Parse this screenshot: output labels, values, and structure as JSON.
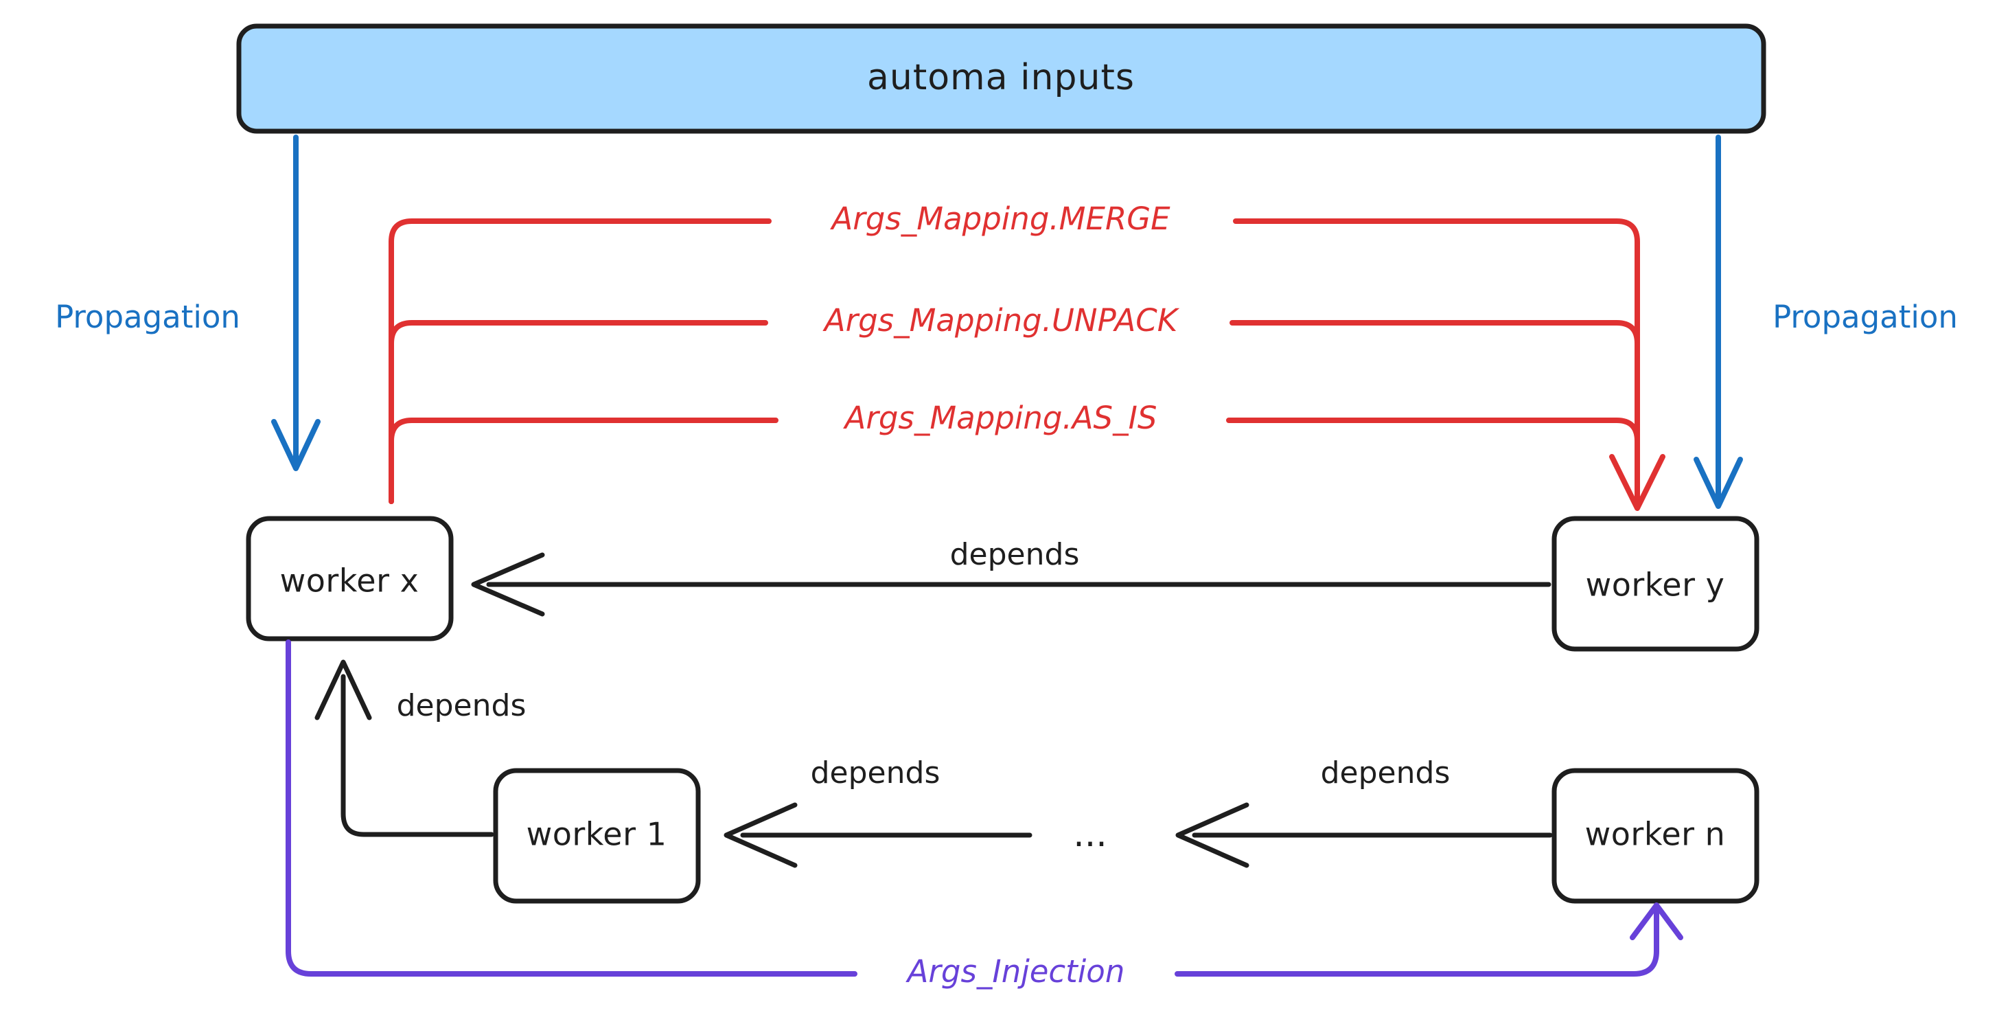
{
  "diagram": {
    "title_box": {
      "label": "automa inputs",
      "fill_color": "#a5d8ff",
      "stroke_color": "#1e1e1e"
    },
    "nodes": [
      {
        "id": "worker-x",
        "label": "worker x"
      },
      {
        "id": "worker-y",
        "label": "worker y"
      },
      {
        "id": "worker-1",
        "label": "worker 1"
      },
      {
        "id": "worker-ellipsis",
        "label": "..."
      },
      {
        "id": "worker-n",
        "label": "worker n"
      }
    ],
    "propagation_labels": [
      {
        "id": "propagation-left",
        "label": "Propagation",
        "color": "#1971c2"
      },
      {
        "id": "propagation-right",
        "label": "Propagation",
        "color": "#1971c2"
      }
    ],
    "args_mapping_labels": [
      {
        "id": "args-mapping-merge",
        "label": "Args_Mapping.MERGE",
        "color": "#e03131"
      },
      {
        "id": "args-mapping-unpack",
        "label": "Args_Mapping.UNPACK",
        "color": "#e03131"
      },
      {
        "id": "args-mapping-as-is",
        "label": "Args_Mapping.AS_IS",
        "color": "#e03131"
      }
    ],
    "depends_labels": [
      {
        "id": "depends-y-to-x",
        "label": "depends"
      },
      {
        "id": "depends-1-to-x",
        "label": "depends"
      },
      {
        "id": "depends-mid-to-1",
        "label": "depends"
      },
      {
        "id": "depends-n-to-mid",
        "label": "depends"
      }
    ],
    "args_injection": {
      "id": "args-injection",
      "label": "Args_Injection",
      "color": "#6741d9"
    },
    "colors": {
      "blue_accent": "#1971c2",
      "red_accent": "#e03131",
      "purple_accent": "#6741d9",
      "ink": "#1e1e1e",
      "header_fill": "#a5d8ff",
      "background": "#ffffff"
    }
  }
}
